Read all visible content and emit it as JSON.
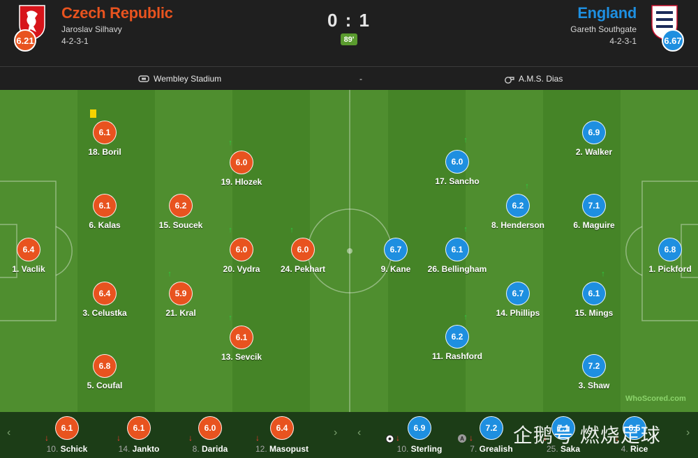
{
  "colors": {
    "home": "#e8531f",
    "away": "#1e8fe0",
    "sub_in": "#2ecc40",
    "sub_out": "#ff3b30",
    "minute_badge": "#5a9b2e"
  },
  "home": {
    "name": "Czech Republic",
    "manager": "Jaroslav Silhavy",
    "formation": "4-2-3-1",
    "rating": "6.21"
  },
  "away": {
    "name": "England",
    "manager": "Gareth Southgate",
    "formation": "4-2-3-1",
    "rating": "6.67"
  },
  "score": "0 : 1",
  "minute": "89'",
  "info": {
    "stadium": "Wembley Stadium",
    "separator": "-",
    "referee": "A.M.S. Dias"
  },
  "home_players": [
    {
      "label": "18. Boril",
      "rating": "6.1"
    },
    {
      "label": "19. Hlozek",
      "rating": "6.0"
    },
    {
      "label": "6. Kalas",
      "rating": "6.1"
    },
    {
      "label": "15. Soucek",
      "rating": "6.2"
    },
    {
      "label": "1. Vaclik",
      "rating": "6.4"
    },
    {
      "label": "20. Vydra",
      "rating": "6.0"
    },
    {
      "label": "24. Pekhart",
      "rating": "6.0"
    },
    {
      "label": "3. Celustka",
      "rating": "6.4"
    },
    {
      "label": "21. Kral",
      "rating": "5.9"
    },
    {
      "label": "13. Sevcik",
      "rating": "6.1"
    },
    {
      "label": "5. Coufal",
      "rating": "6.8"
    }
  ],
  "away_players": [
    {
      "label": "2. Walker",
      "rating": "6.9"
    },
    {
      "label": "17. Sancho",
      "rating": "6.0"
    },
    {
      "label": "8. Henderson",
      "rating": "6.2"
    },
    {
      "label": "6. Maguire",
      "rating": "7.1"
    },
    {
      "label": "9. Kane",
      "rating": "6.7"
    },
    {
      "label": "26. Bellingham",
      "rating": "6.1"
    },
    {
      "label": "1. Pickford",
      "rating": "6.8"
    },
    {
      "label": "14. Phillips",
      "rating": "6.7"
    },
    {
      "label": "15. Mings",
      "rating": "6.1"
    },
    {
      "label": "11. Rashford",
      "rating": "6.2"
    },
    {
      "label": "3. Shaw",
      "rating": "7.2"
    }
  ],
  "home_bench": [
    {
      "num": "10.",
      "name": "Schick",
      "rating": "6.1"
    },
    {
      "num": "14.",
      "name": "Jankto",
      "rating": "6.1"
    },
    {
      "num": "8.",
      "name": "Darida",
      "rating": "6.0"
    },
    {
      "num": "12.",
      "name": "Masopust",
      "rating": "6.4"
    }
  ],
  "away_bench": [
    {
      "num": "10.",
      "name": "Sterling",
      "rating": "6.9"
    },
    {
      "num": "7.",
      "name": "Grealish",
      "rating": "7.2"
    },
    {
      "num": "25.",
      "name": "Saka",
      "rating": "7.1"
    },
    {
      "num": "4.",
      "name": "Rice",
      "rating": "6.5"
    }
  ],
  "assist_marker": "A",
  "whoscored": "WhoScored.com",
  "watermark": "企鹅号 燃烧足球"
}
